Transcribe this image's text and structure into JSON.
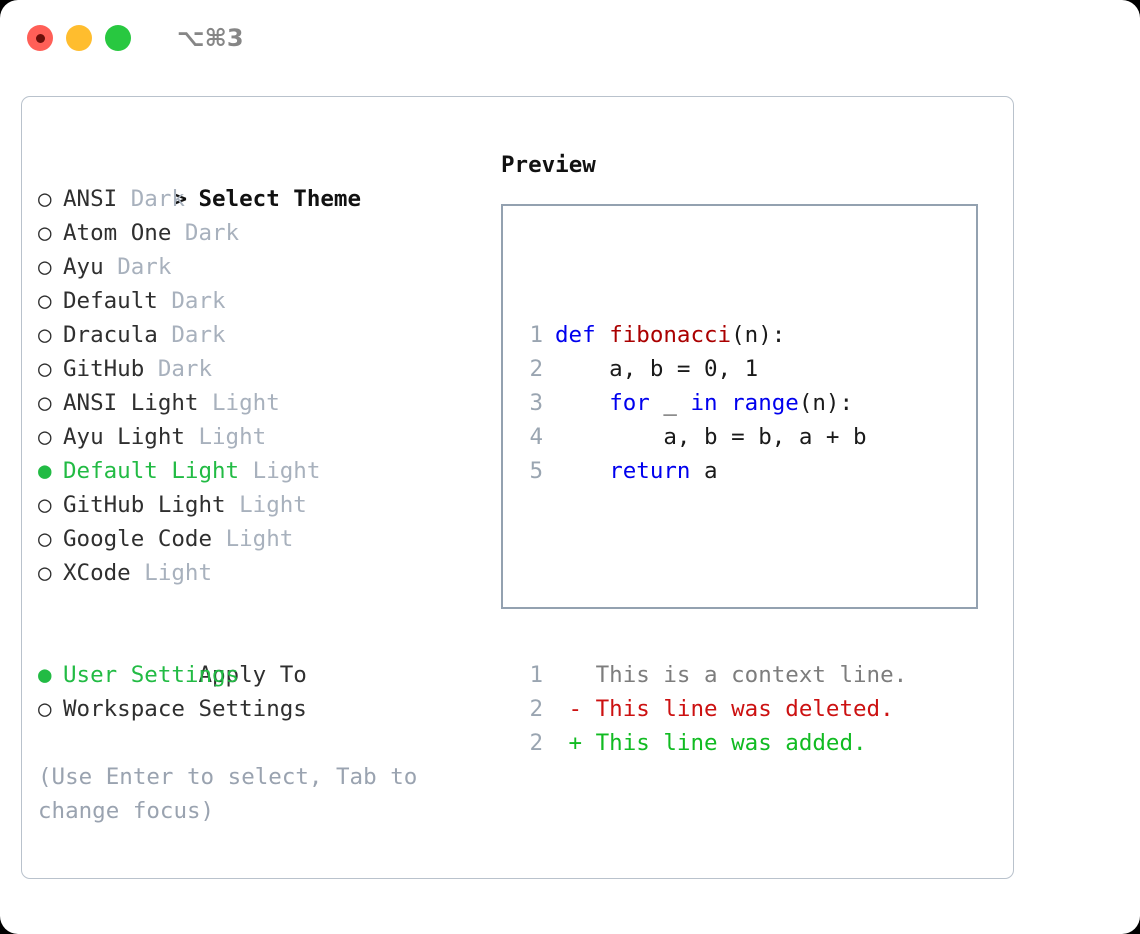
{
  "titlebar": {
    "shortcut": "⌥⌘3",
    "buttons": [
      "close",
      "minimize",
      "maximize"
    ]
  },
  "theme_panel": {
    "header_marker": ">",
    "header_label": "Select Theme",
    "items": [
      {
        "marker": "○",
        "name": "ANSI",
        "category": "Dark",
        "selected": false
      },
      {
        "marker": "○",
        "name": "Atom One",
        "category": "Dark",
        "selected": false
      },
      {
        "marker": "○",
        "name": "Ayu",
        "category": "Dark",
        "selected": false
      },
      {
        "marker": "○",
        "name": "Default",
        "category": "Dark",
        "selected": false
      },
      {
        "marker": "○",
        "name": "Dracula",
        "category": "Dark",
        "selected": false
      },
      {
        "marker": "○",
        "name": "GitHub",
        "category": "Dark",
        "selected": false
      },
      {
        "marker": "○",
        "name": "ANSI Light",
        "category": "Light",
        "selected": false
      },
      {
        "marker": "○",
        "name": "Ayu Light",
        "category": "Light",
        "selected": false
      },
      {
        "marker": "●",
        "name": "Default Light",
        "category": "Light",
        "selected": true
      },
      {
        "marker": "○",
        "name": "GitHub Light",
        "category": "Light",
        "selected": false
      },
      {
        "marker": "○",
        "name": "Google Code",
        "category": "Light",
        "selected": false
      },
      {
        "marker": "○",
        "name": "XCode",
        "category": "Light",
        "selected": false
      }
    ]
  },
  "apply_to": {
    "header_label": "Apply To",
    "items": [
      {
        "marker": "●",
        "label": "User Settings",
        "selected": true
      },
      {
        "marker": "○",
        "label": "Workspace Settings",
        "selected": false
      }
    ]
  },
  "hint": "(Use Enter to select, Tab to change focus)",
  "preview": {
    "label": "Preview",
    "code_lines": [
      {
        "ln": "1",
        "segments": [
          {
            "t": "def ",
            "c": "kw"
          },
          {
            "t": "fibonacci",
            "c": "fn"
          },
          {
            "t": "(n):",
            "c": "plain"
          }
        ]
      },
      {
        "ln": "2",
        "segments": [
          {
            "t": "    a, b = 0, 1",
            "c": "plain"
          }
        ]
      },
      {
        "ln": "3",
        "segments": [
          {
            "t": "    ",
            "c": "plain"
          },
          {
            "t": "for",
            "c": "kw"
          },
          {
            "t": " _ ",
            "c": "plain"
          },
          {
            "t": "in",
            "c": "kw"
          },
          {
            "t": " ",
            "c": "plain"
          },
          {
            "t": "range",
            "c": "kw"
          },
          {
            "t": "(n):",
            "c": "plain"
          }
        ]
      },
      {
        "ln": "4",
        "segments": [
          {
            "t": "        a, b = b, a + b",
            "c": "plain"
          }
        ]
      },
      {
        "ln": "5",
        "segments": [
          {
            "t": "    ",
            "c": "plain"
          },
          {
            "t": "return",
            "c": "kw"
          },
          {
            "t": " a",
            "c": "plain"
          }
        ]
      }
    ],
    "diff_lines": [
      {
        "ln": "1",
        "segments": [
          {
            "t": "   This is a context line.",
            "c": "diff-ctx"
          }
        ]
      },
      {
        "ln": "2",
        "segments": [
          {
            "t": " - This line was deleted.",
            "c": "diff-del"
          }
        ]
      },
      {
        "ln": "2",
        "segments": [
          {
            "t": " + This line was added.",
            "c": "diff-add"
          }
        ]
      }
    ]
  },
  "colors": {
    "accent_green": "#22bb44",
    "muted_gray": "#a8b1bd",
    "hint_gray": "#9aa3b0",
    "keyword_blue": "#0000ee",
    "function_red": "#aa0000",
    "diff_delete": "#cc1111",
    "diff_add": "#11bb22",
    "border": "#b9c2cc",
    "light_red": "#ff5f57",
    "light_yellow": "#ffbd2e",
    "light_green": "#28c840"
  }
}
